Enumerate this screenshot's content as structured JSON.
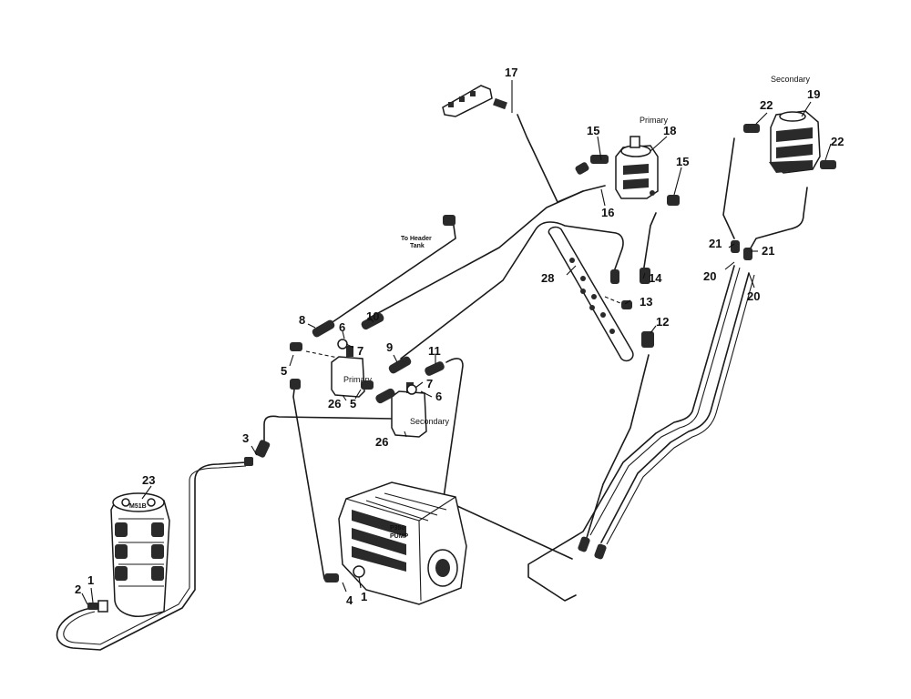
{
  "diagram": {
    "labels": {
      "primary_pump": "Primary",
      "secondary_pump": "Secondary",
      "to_header_tank_line1": "To Header",
      "to_header_tank_line2": "Tank",
      "valve_primary": "Primary",
      "valve_secondary": "Secondary",
      "motor_plate": "M51B",
      "pump_plate_line1": "P350",
      "pump_plate_line2": "PUMP"
    },
    "callouts": {
      "c1a": "1",
      "c1b": "1",
      "c2": "2",
      "c3": "3",
      "c4": "4",
      "c5a": "5",
      "c5b": "5",
      "c6a": "6",
      "c6b": "6",
      "c7a": "7",
      "c7b": "7",
      "c8": "8",
      "c9": "9",
      "c10": "10",
      "c11": "11",
      "c12": "12",
      "c13": "13",
      "c14": "14",
      "c15a": "15",
      "c15b": "15",
      "c16": "16",
      "c17": "17",
      "c18": "18",
      "c19": "19",
      "c20a": "20",
      "c20b": "20",
      "c21a": "21",
      "c21b": "21",
      "c22a": "22",
      "c22b": "22",
      "c23": "23",
      "c26a": "26",
      "c26b": "26",
      "c28": "28"
    }
  }
}
